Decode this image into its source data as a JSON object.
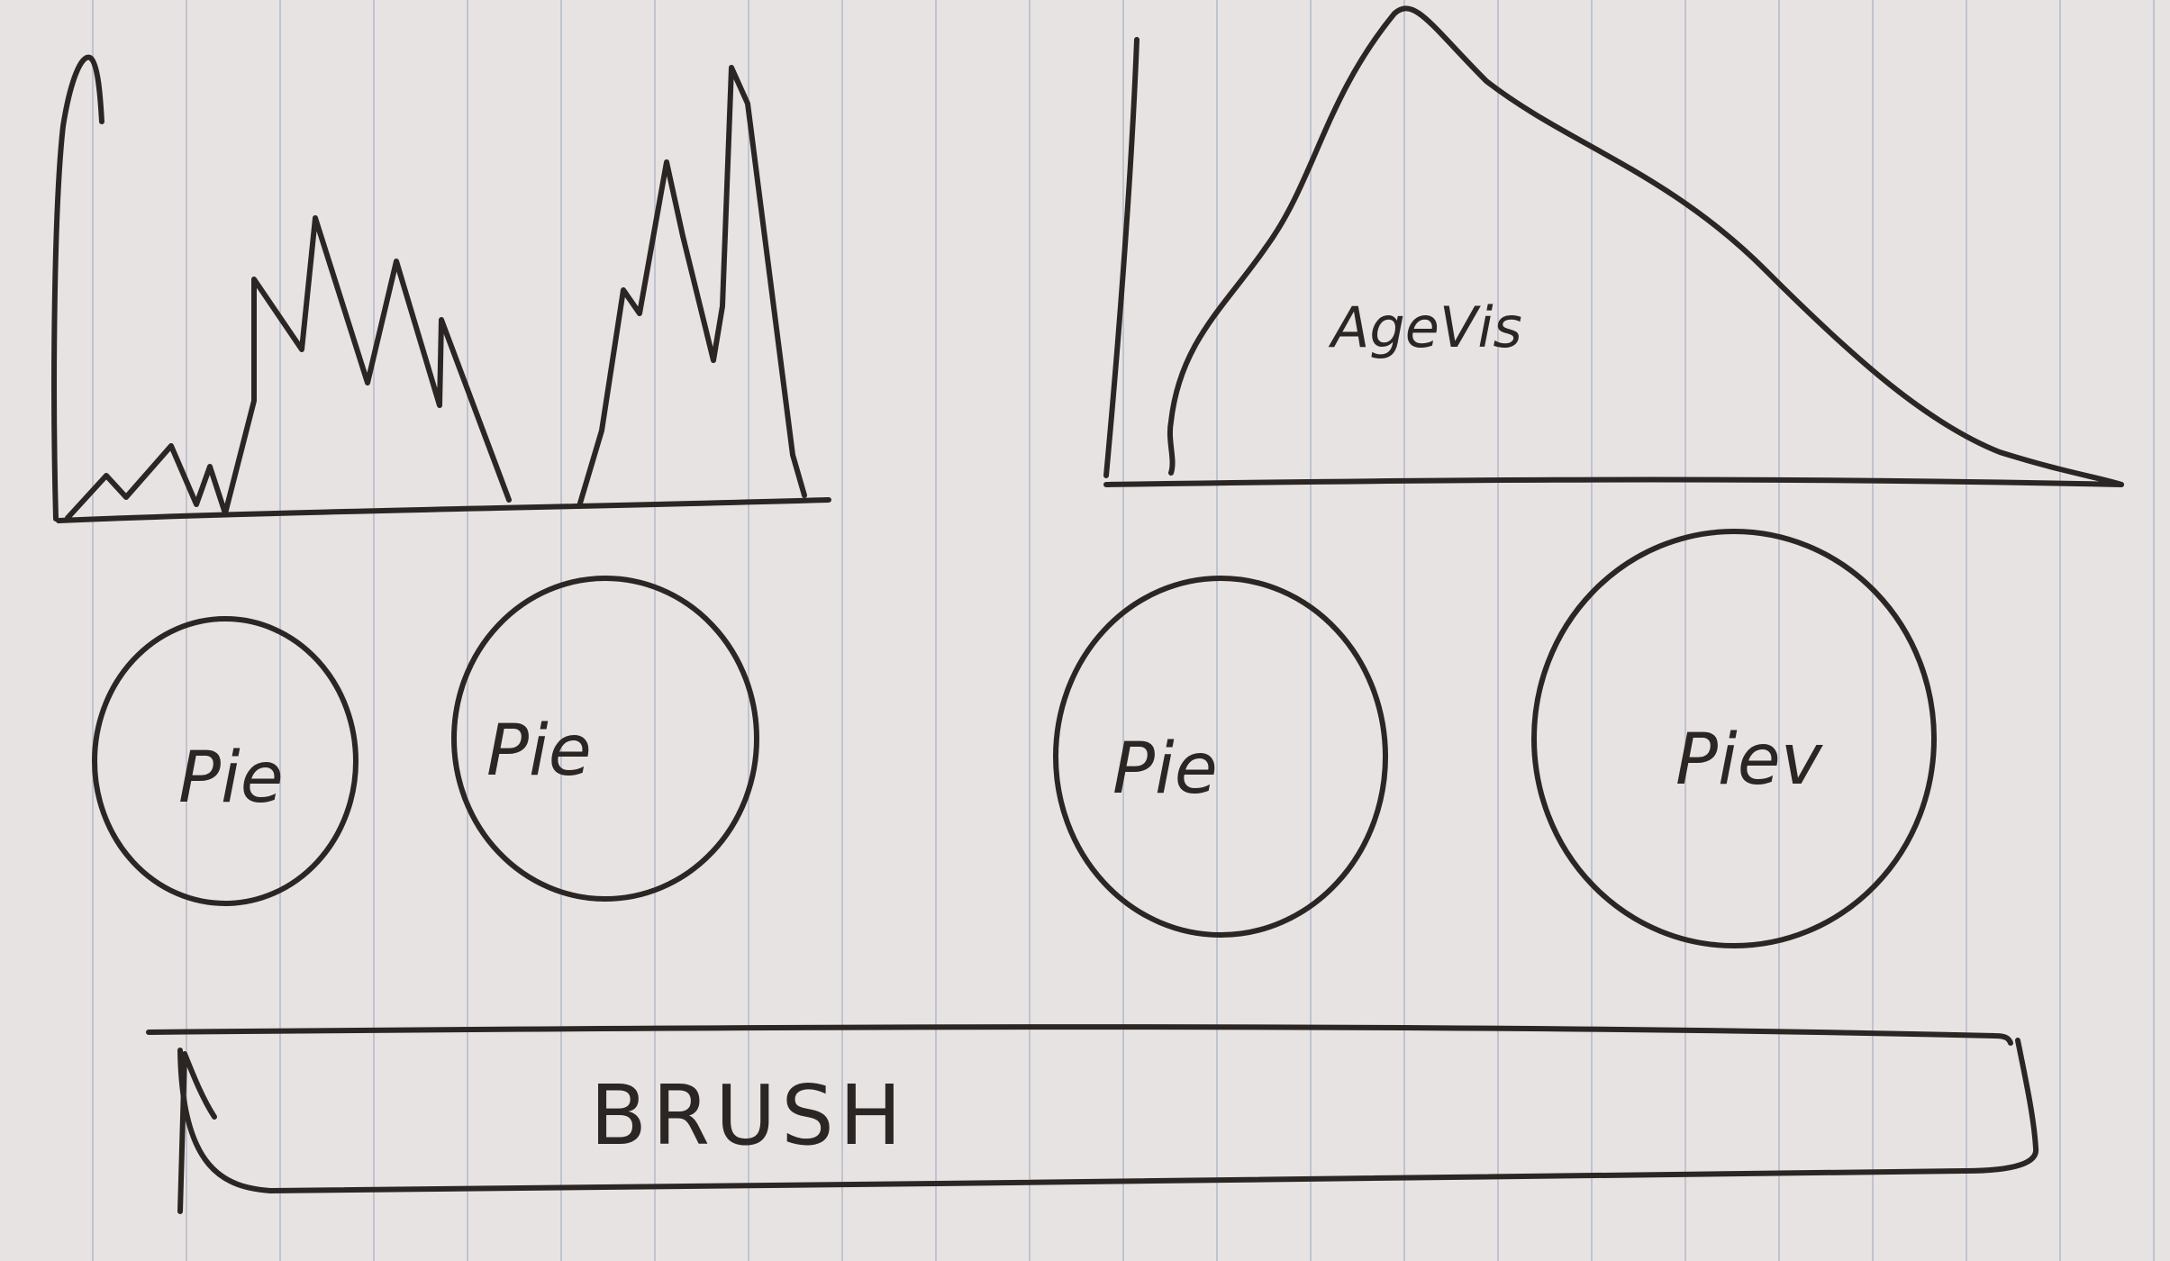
{
  "views": {
    "age_view": {
      "label": "AgeVis"
    },
    "pies": [
      {
        "label": "Pie"
      },
      {
        "label": "Pie"
      },
      {
        "label": "Pie"
      },
      {
        "label": "Piev"
      }
    ],
    "brush": {
      "label": "BRUSH"
    }
  }
}
